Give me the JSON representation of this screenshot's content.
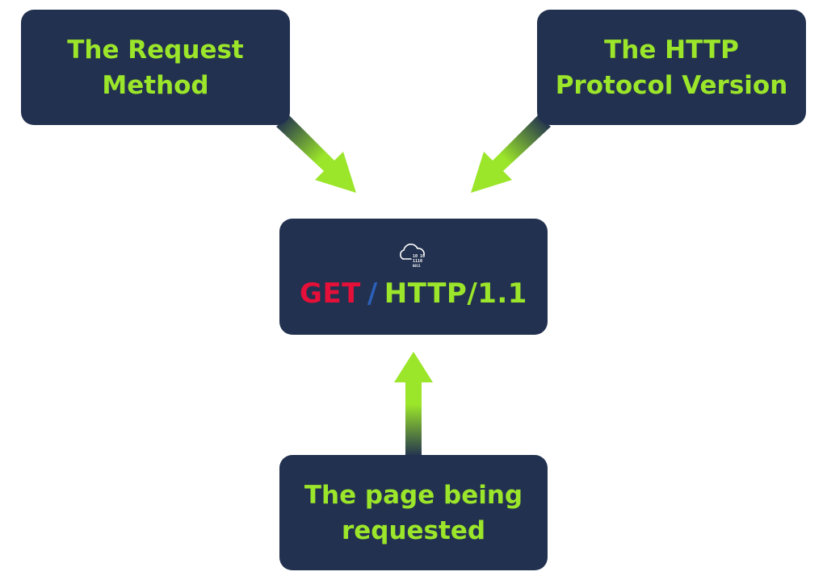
{
  "boxes": {
    "method": {
      "line1": "The Request",
      "line2": "Method"
    },
    "version": {
      "line1": "The HTTP",
      "line2": "Protocol Version"
    },
    "page": {
      "line1": "The page being",
      "line2": "requested"
    }
  },
  "request_line": {
    "method": "GET",
    "separator": "/",
    "protocol": "HTTP/1.1"
  },
  "logo": {
    "icon": "cloud-binary-icon",
    "binary_rows": [
      "10  10",
      "1110",
      "0011"
    ]
  },
  "colors": {
    "box_bg": "#22314f",
    "label_green": "#9be52a",
    "method_red": "#e5103a",
    "slash_blue": "#2c5fb8"
  }
}
